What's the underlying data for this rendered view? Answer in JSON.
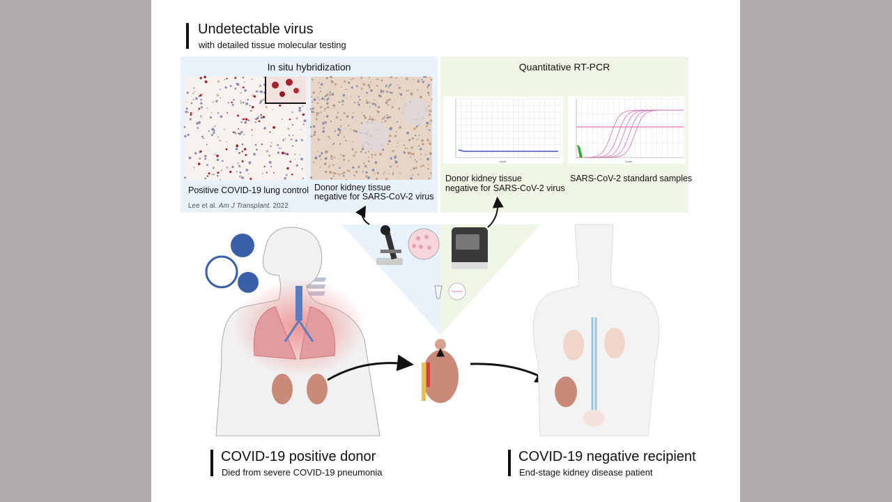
{
  "header": {
    "title": "Undetectable virus",
    "subtitle": "with detailed tissue molecular testing"
  },
  "ish_panel": {
    "title": "In situ hybridization",
    "left_caption": "Positive COVID-19 lung control",
    "right_caption_line1": "Donor kidney tissue",
    "right_caption_line2": "negative for SARS-CoV-2 virus",
    "citation_authors": "Lee et al. ",
    "citation_journal": "Am J Transplant.",
    "citation_year": " 2022"
  },
  "pcr_panel": {
    "title": "Quantitative RT-PCR",
    "left_caption_line1": "Donor kidney tissue",
    "left_caption_line2": "negative for SARS-CoV-2 virus",
    "right_caption": "SARS-CoV-2 standard samples",
    "xaxis_label": "Cycle"
  },
  "donor": {
    "title": "COVID-19 positive donor",
    "subtitle": "Died from severe COVID-19 pneumonia"
  },
  "recipient": {
    "title": "COVID-19 negative recipient",
    "subtitle": "End-stage kidney disease patient"
  },
  "colors": {
    "ish_bg": "#e9f1fa",
    "pcr_bg": "#eff6e6",
    "virus": "#3b5ea8",
    "kidney": "#c98a7a"
  }
}
